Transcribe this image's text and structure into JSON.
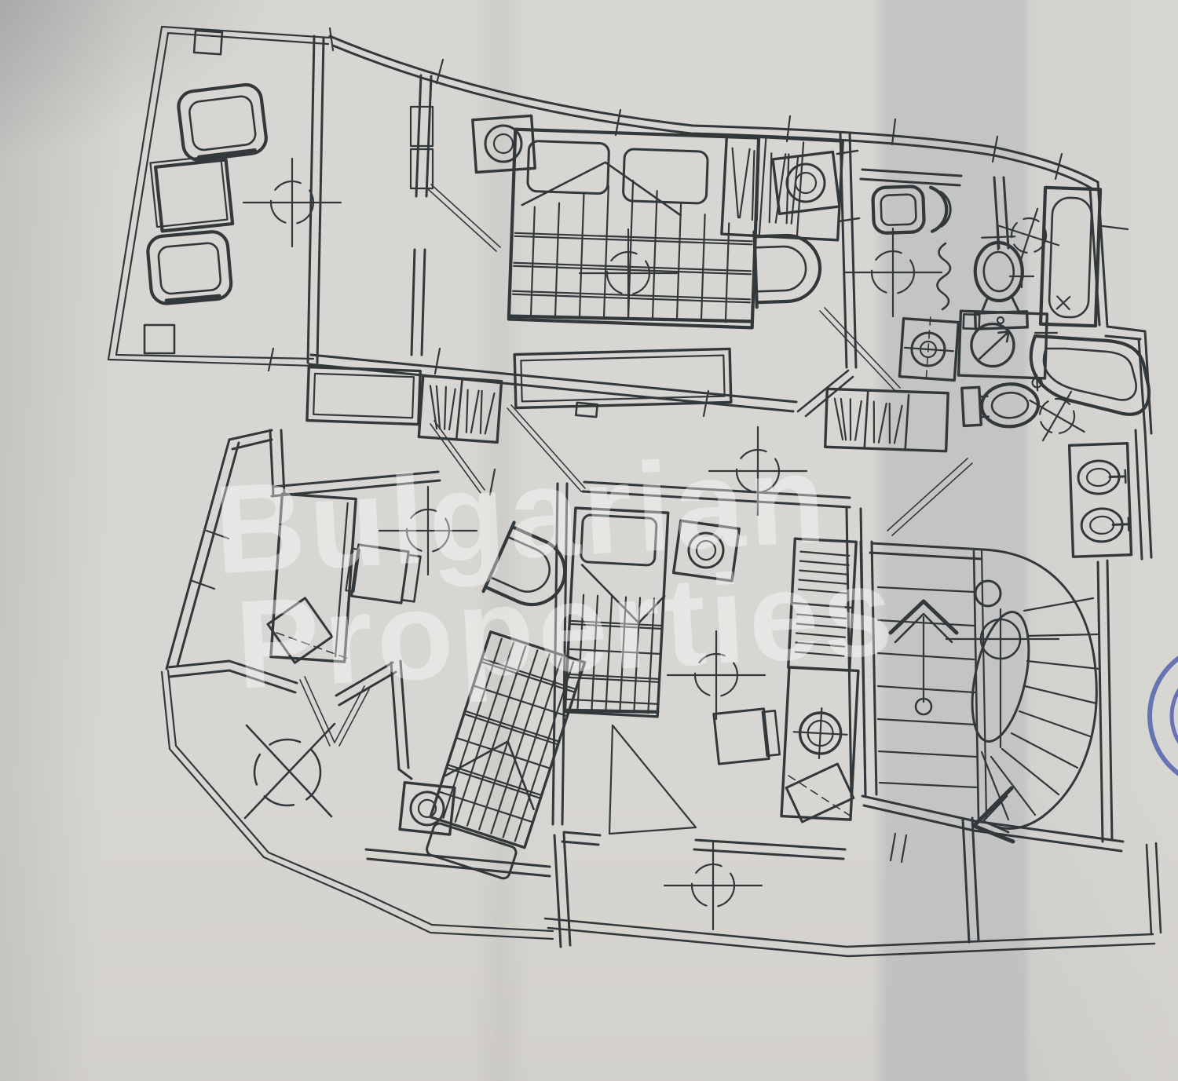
{
  "document": {
    "kind": "scanned hand-drawn floor plan",
    "watermark": {
      "line1": "Bulgarian",
      "line2": "Properties"
    }
  },
  "colors": {
    "paper": "#d8d6d2",
    "paper_cool_band": "#c8ccd3",
    "ink": "#33383b",
    "watermark": "#ffffff",
    "stamp_blue": "#4758a8"
  },
  "plan": {
    "rooms": [
      {
        "name": "terrace-top-left",
        "fixtures": [
          "armchair",
          "coffee-table",
          "armchair",
          "railing",
          "ceiling-light-symbol"
        ]
      },
      {
        "name": "bedroom-top",
        "fixtures": [
          "double-bed",
          "pillows",
          "nightstand-lamp",
          "nightstand-lamp",
          "dresser",
          "window",
          "ceiling-light-symbol"
        ]
      },
      {
        "name": "dressing-room-top-right",
        "fixtures": [
          "wardrobe-hangers",
          "armchair",
          "door-leaf"
        ]
      },
      {
        "name": "bathroom-top-right",
        "fixtures": [
          "toilet",
          "pedestal-sink",
          "towel-radiator",
          "washing-machine",
          "countertop-sink",
          "bathtub",
          "ceiling-light-symbol"
        ]
      },
      {
        "name": "bathroom-right",
        "fixtures": [
          "corner-bathtub",
          "toilet",
          "double-sink-vanity",
          "ceiling-light-symbol"
        ]
      },
      {
        "name": "hallway",
        "fixtures": [
          "cabinet",
          "wardrobe-hangers",
          "wardrobe-hangers",
          "double-door-leaves",
          "ceiling-light-symbol"
        ]
      },
      {
        "name": "bedroom-left",
        "fixtures": [
          "desk",
          "chair",
          "tilted-chair",
          "armchair",
          "single-bed",
          "nightstand-lamp",
          "ceiling-light-symbol"
        ]
      },
      {
        "name": "bedroom-center",
        "fixtures": [
          "single-bed",
          "nightstand-lamp",
          "chair",
          "shelving-unit",
          "cabinet-round-appliance",
          "tilted-chair",
          "door-leaf",
          "ceiling-light-symbol"
        ]
      },
      {
        "name": "stair-hall",
        "fixtures": [
          "straight-stair-flight",
          "up-arrow",
          "winder-staircase",
          "newel-oval",
          "down-arrow"
        ]
      },
      {
        "name": "terrace-bottom",
        "fixtures": [
          "ceiling-light-symbol"
        ]
      },
      {
        "name": "terrace-pentagon",
        "fixtures": [
          "railing",
          "crossed-light-symbol",
          "french-door-leaves"
        ]
      }
    ],
    "stamp": "partial blue circular ink stamp at right edge"
  }
}
